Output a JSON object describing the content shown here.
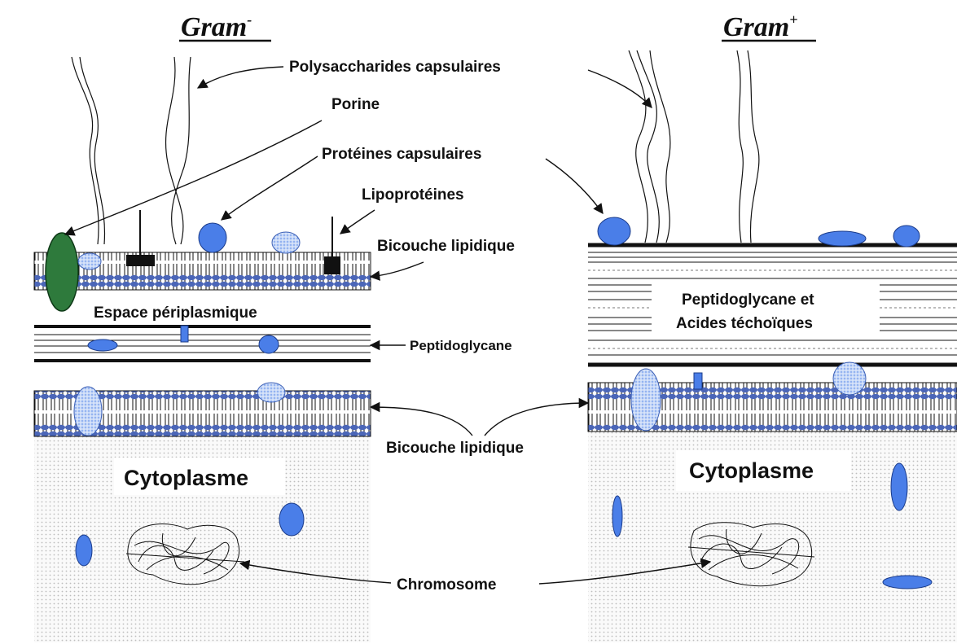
{
  "titles": {
    "gram_neg": "Gram",
    "gram_neg_sup": "-",
    "gram_pos": "Gram",
    "gram_pos_sup": "+"
  },
  "labels": {
    "polysaccharides": "Polysaccharides capsulaires",
    "porine": "Porine",
    "proteines_capsulaires": "Protéines capsulaires",
    "lipoproteines": "Lipoprotéines",
    "bicouche_top": "Bicouche lipidique",
    "espace_periplasmique": "Espace périplasmique",
    "peptidoglycane": "Peptidoglycane",
    "peptidoglycane_et": "Peptidoglycane et",
    "acides_techoiques": "Acides téchoïques",
    "bicouche_bottom": "Bicouche lipidique",
    "cytoplasme_left": "Cytoplasme",
    "cytoplasme_right": "Cytoplasme",
    "chromosome": "Chromosome"
  },
  "colors": {
    "protein_blue": "#4a7ee8",
    "lipid_blue": "#4b66b8",
    "porin_green": "#2e7a3c",
    "line_dark": "#111111",
    "cytoplasm_dot": "#c9c9c9"
  }
}
